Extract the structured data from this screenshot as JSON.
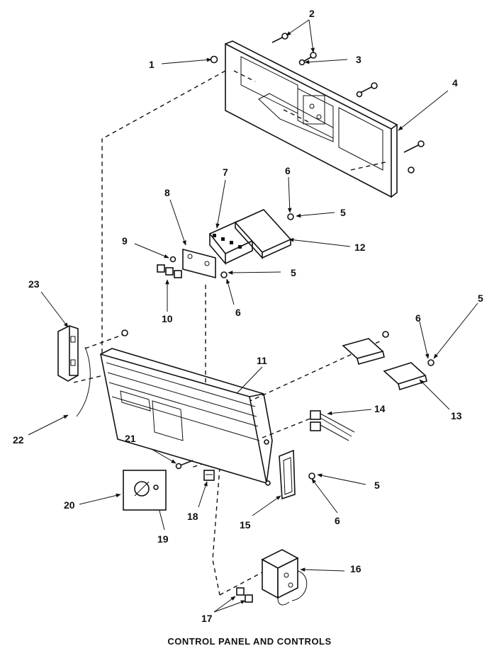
{
  "caption": "CONTROL PANEL AND CONTROLS",
  "callouts": {
    "c1": "1",
    "c2": "2",
    "c3": "3",
    "c4": "4",
    "c5a": "5",
    "c5b": "5",
    "c5c": "5",
    "c5d": "5",
    "c6a": "6",
    "c6b": "6",
    "c6c": "6",
    "c6d": "6",
    "c7": "7",
    "c8": "8",
    "c9": "9",
    "c10": "10",
    "c11": "11",
    "c12": "12",
    "c13": "13",
    "c14": "14",
    "c15": "15",
    "c16": "16",
    "c17": "17",
    "c18": "18",
    "c19": "19",
    "c20": "20",
    "c21": "21",
    "c22": "22",
    "c23": "23"
  }
}
